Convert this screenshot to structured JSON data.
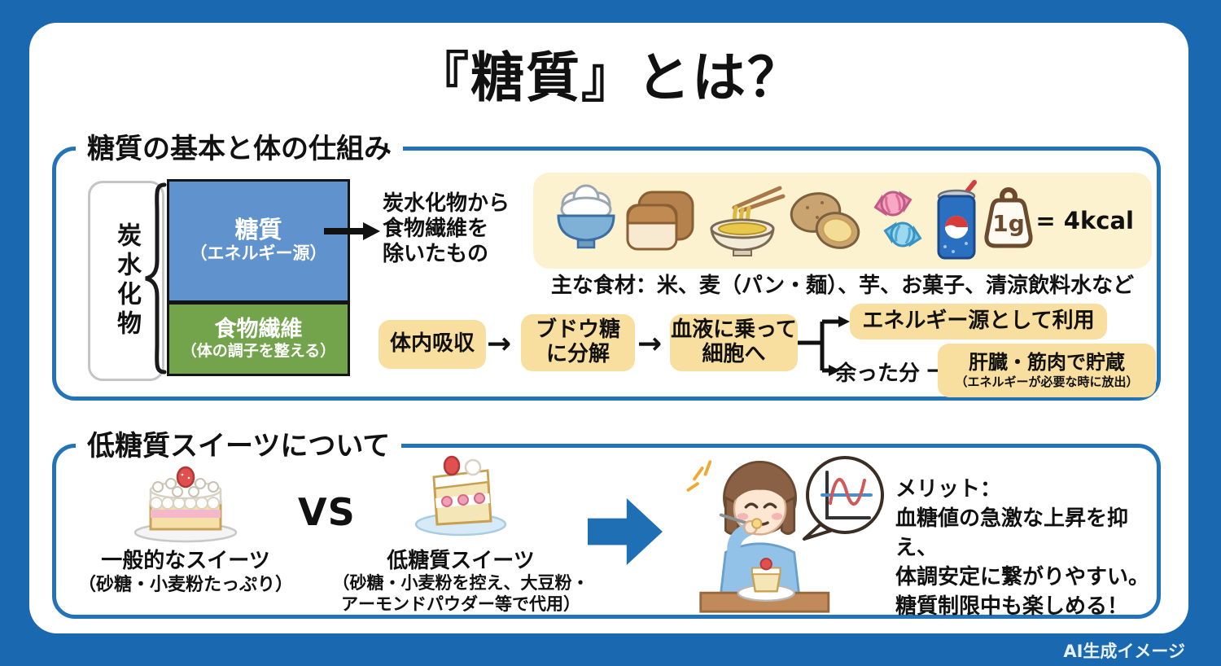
{
  "page": {
    "title": "『糖質』とは？",
    "footer": "AI生成イメージ"
  },
  "colors": {
    "background": "#1a68b0",
    "section_border": "#2273b8",
    "sugar_box_fill": "#6093ce",
    "fiber_box_fill": "#73a34b",
    "highlight_box_fill": "#f8dfa0",
    "foods_panel_fill": "#fdf2cf",
    "arrow_blue": "#1f6fb5"
  },
  "section1": {
    "title": "糖質の基本と体の仕組み",
    "carb_label": "炭水化物",
    "sugar_box": {
      "title": "糖質",
      "subtitle": "（エネルギー源）"
    },
    "fiber_box": {
      "title": "食物繊維",
      "subtitle": "（体の調子を整える）"
    },
    "definition": [
      "炭水化物から",
      "食物繊維を",
      "除いたもの"
    ],
    "food_icons": [
      "rice-bowl",
      "bread-loaf",
      "noodle-bowl",
      "potato",
      "candy",
      "soda-can",
      "weight-1g"
    ],
    "weight": {
      "label": "1g",
      "equals": "= 4kcal"
    },
    "foods_caption": "主な食材：米、麦（パン・麺）、芋、お菓子、清涼飲料水など",
    "flow": {
      "step1": "体内吸収",
      "step2": [
        "ブドウ糖",
        "に分解"
      ],
      "step3": [
        "血液に乗って",
        "細胞へ"
      ],
      "arrow": "→",
      "branch_top": "エネルギー源として利用",
      "branch_label": "余った分",
      "branch_bottom": "肝臓・筋肉で貯蔵",
      "branch_bottom_sub": "（エネルギーが必要な時に放出）"
    }
  },
  "section2": {
    "title": "低糖質スイーツについて",
    "left": {
      "label": "一般的なスイーツ",
      "sub": "（砂糖・小麦粉たっぷり）"
    },
    "vs": "VS",
    "right": {
      "label": "低糖質スイーツ",
      "sub": [
        "（砂糖・小麦粉を控え、大豆粉・",
        "アーモンドパウダー等で代用）"
      ]
    },
    "merit": [
      "メリット：",
      "血糖値の急激な上昇を抑え、",
      "体調安定に繋がりやすい。",
      "糖質制限中も楽しめる！"
    ]
  }
}
